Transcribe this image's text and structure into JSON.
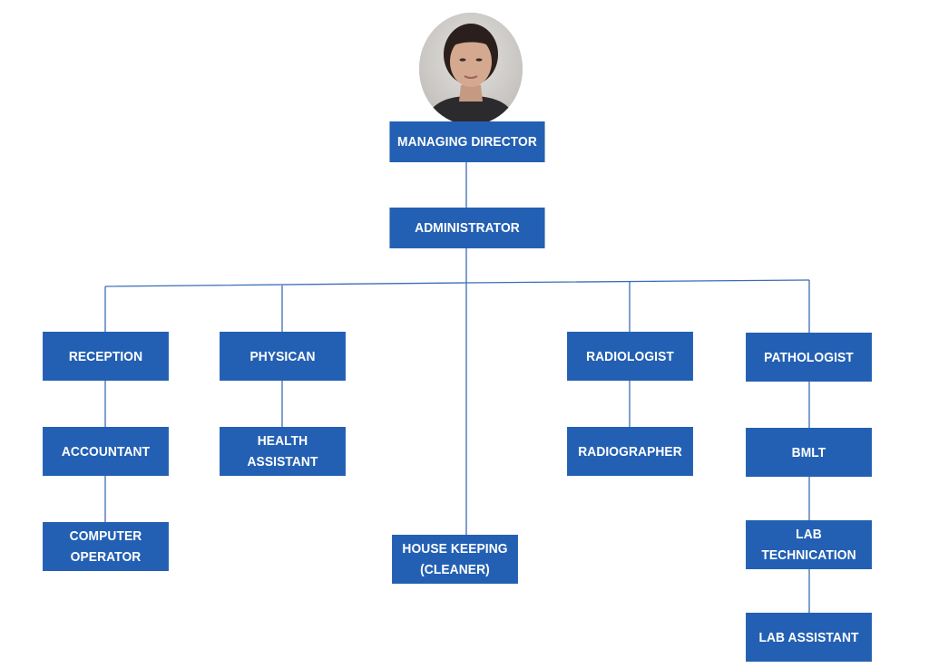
{
  "chart": {
    "nodes": {
      "managing_director": "MANAGING DIRECTOR",
      "administrator": "ADMINISTRATOR",
      "reception": "RECEPTION",
      "accountant": "ACCOUNTANT",
      "computer_operator": "COMPUTER\nOPERATOR",
      "physican": "PHYSICAN",
      "health_assistant": "HEALTH ASSISTANT",
      "house_keeping": "HOUSE KEEPING\n(CLEANER)",
      "radiologist": "RADIOLOGIST",
      "radiographer": "RADIOGRAPHER",
      "pathologist": "PATHOLOGIST",
      "bmlt": "BMLT",
      "lab_technication": "LAB TECHNICATION",
      "lab_assistant": "LAB ASSISTANT"
    }
  },
  "colors": {
    "box_fill": "#2360b3",
    "box_text": "#ffffff",
    "connector": "#2f63b0"
  }
}
